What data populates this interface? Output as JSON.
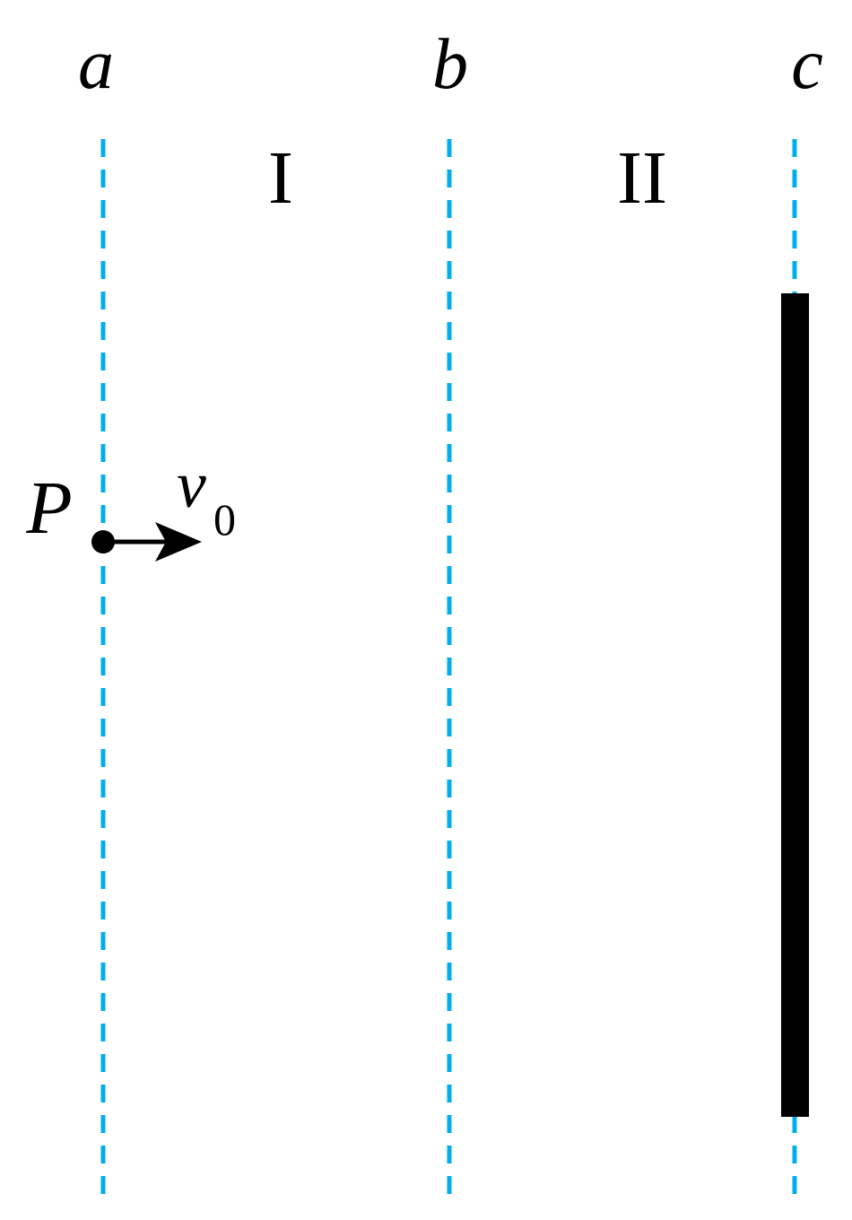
{
  "boundaries": [
    {
      "id": "a",
      "label": "a"
    },
    {
      "id": "b",
      "label": "b"
    },
    {
      "id": "c",
      "label": "c"
    }
  ],
  "regions": [
    {
      "id": "I",
      "label": "I"
    },
    {
      "id": "II",
      "label": "II"
    }
  ],
  "particle": {
    "label": "P",
    "velocity_symbol": "v",
    "velocity_subscript": "0"
  },
  "colors": {
    "boundary_line": "#00AEEF",
    "plate": "#000000",
    "text": "#000000"
  }
}
